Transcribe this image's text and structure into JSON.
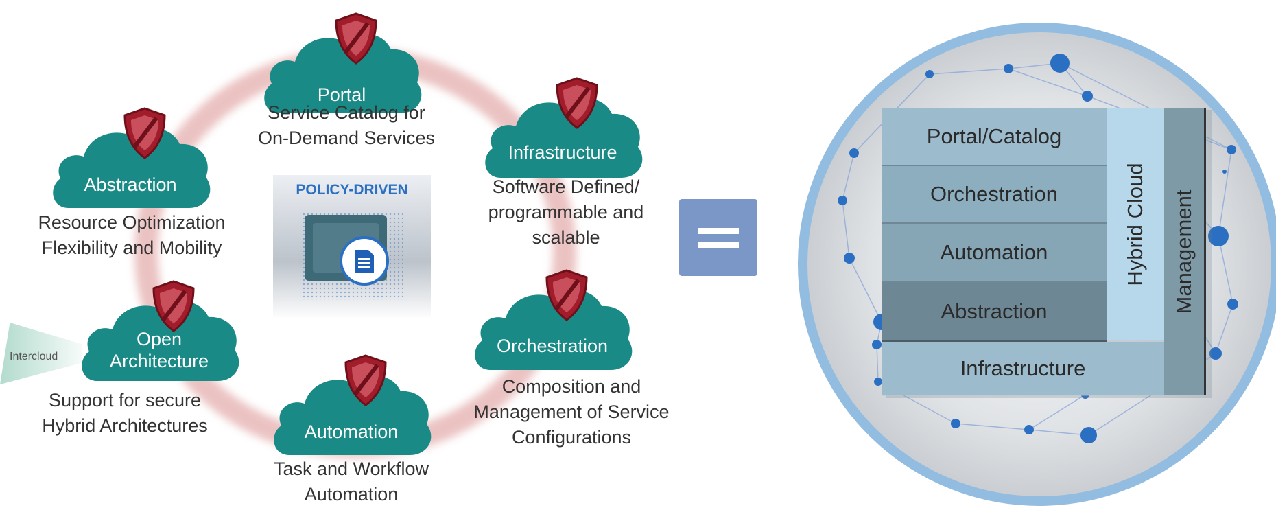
{
  "center": {
    "title": "POLICY-DRIVEN",
    "icon": "document-icon"
  },
  "clouds": [
    {
      "id": "portal",
      "label_lines": [
        "Portal"
      ],
      "description": [
        "Service Catalog for",
        "On-Demand Services"
      ]
    },
    {
      "id": "infrastructure",
      "label_lines": [
        "Infrastructure"
      ],
      "description": [
        "Software Defined/",
        "programmable and",
        "scalable"
      ]
    },
    {
      "id": "orchestration",
      "label_lines": [
        "Orchestration"
      ],
      "description": [
        "Composition and",
        "Management of Service",
        "Configurations"
      ]
    },
    {
      "id": "automation",
      "label_lines": [
        "Automation"
      ],
      "description": [
        "Task and Workflow",
        "Automation"
      ]
    },
    {
      "id": "open-architecture",
      "label_lines": [
        "Open",
        "Architecture"
      ],
      "description": [
        "Support for secure",
        "Hybrid Architectures"
      ]
    },
    {
      "id": "abstraction",
      "label_lines": [
        "Abstraction"
      ],
      "description": [
        "Resource Optimization",
        "Flexibility and Mobility"
      ]
    }
  ],
  "intercloud_label": "Intercloud",
  "equals_symbol": "=",
  "stack": {
    "layers": [
      "Portal/Catalog",
      "Orchestration",
      "Automation",
      "Abstraction",
      "Infrastructure"
    ],
    "hybrid_cloud": "Hybrid Cloud",
    "management": "Management"
  },
  "colors": {
    "cloud": "#198a86",
    "shield": "#a21d2b",
    "ring": "#e8b9b9",
    "equals": "#7b97c7",
    "globe_border": "#93bde0",
    "node": "#2a6fc2"
  }
}
